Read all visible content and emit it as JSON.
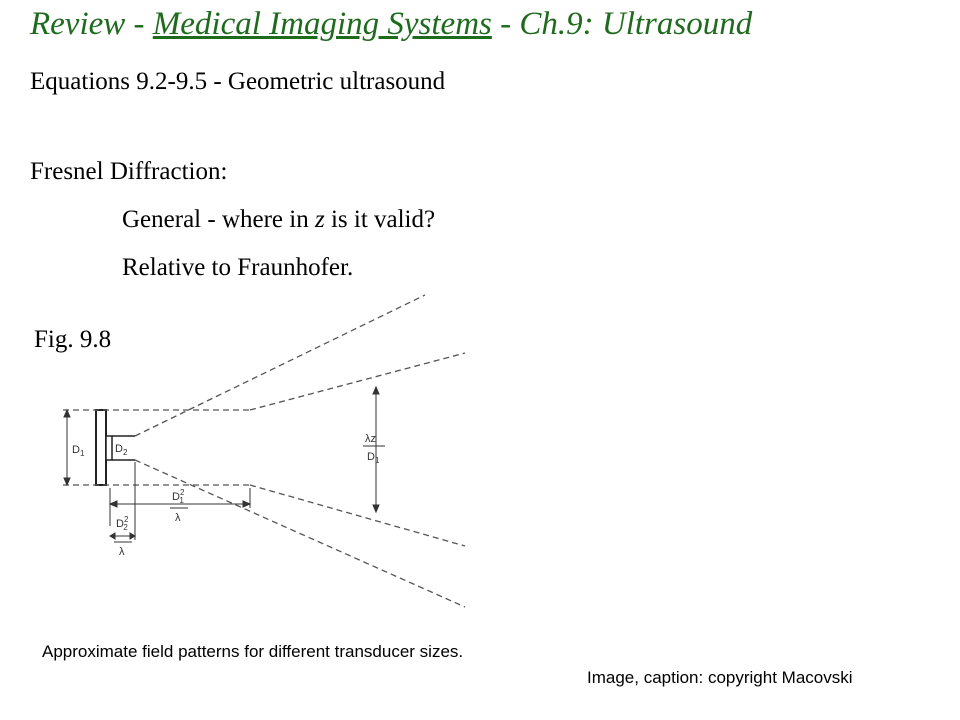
{
  "slide": {
    "title_prefix": "Review - ",
    "title_link": "Medical Imaging Systems",
    "title_suffix": " - Ch.9: Ultrasound",
    "line_equations": "Equations  9.2-9.5 - Geometric ultrasound",
    "line_fresnel": "Fresnel Diffraction:",
    "line_general_a": "General - where in ",
    "line_general_var": "z",
    "line_general_b": " is it valid?",
    "line_relative": "Relative to Fraunhofer.",
    "fig_label": "Fig. 9.8",
    "caption": "Approximate field patterns for different transducer sizes.",
    "credit": "Image, caption: copyright Macovski"
  },
  "figure": {
    "label_d1": "D",
    "label_d1_sub": "1",
    "label_d2": "D",
    "label_d2_sub": "2",
    "label_lz_num": "λz",
    "label_lz_den": "D",
    "label_lz_den_sub": "1",
    "label_d1sq_num": "D",
    "label_d1sq_num_sup": "2",
    "label_d1sq_num_sub": "1",
    "label_d1sq_den": "λ",
    "label_d2sq_num": "D",
    "label_d2sq_num_sup": "2",
    "label_d2sq_num_sub": "2",
    "label_d2sq_den": "λ"
  }
}
